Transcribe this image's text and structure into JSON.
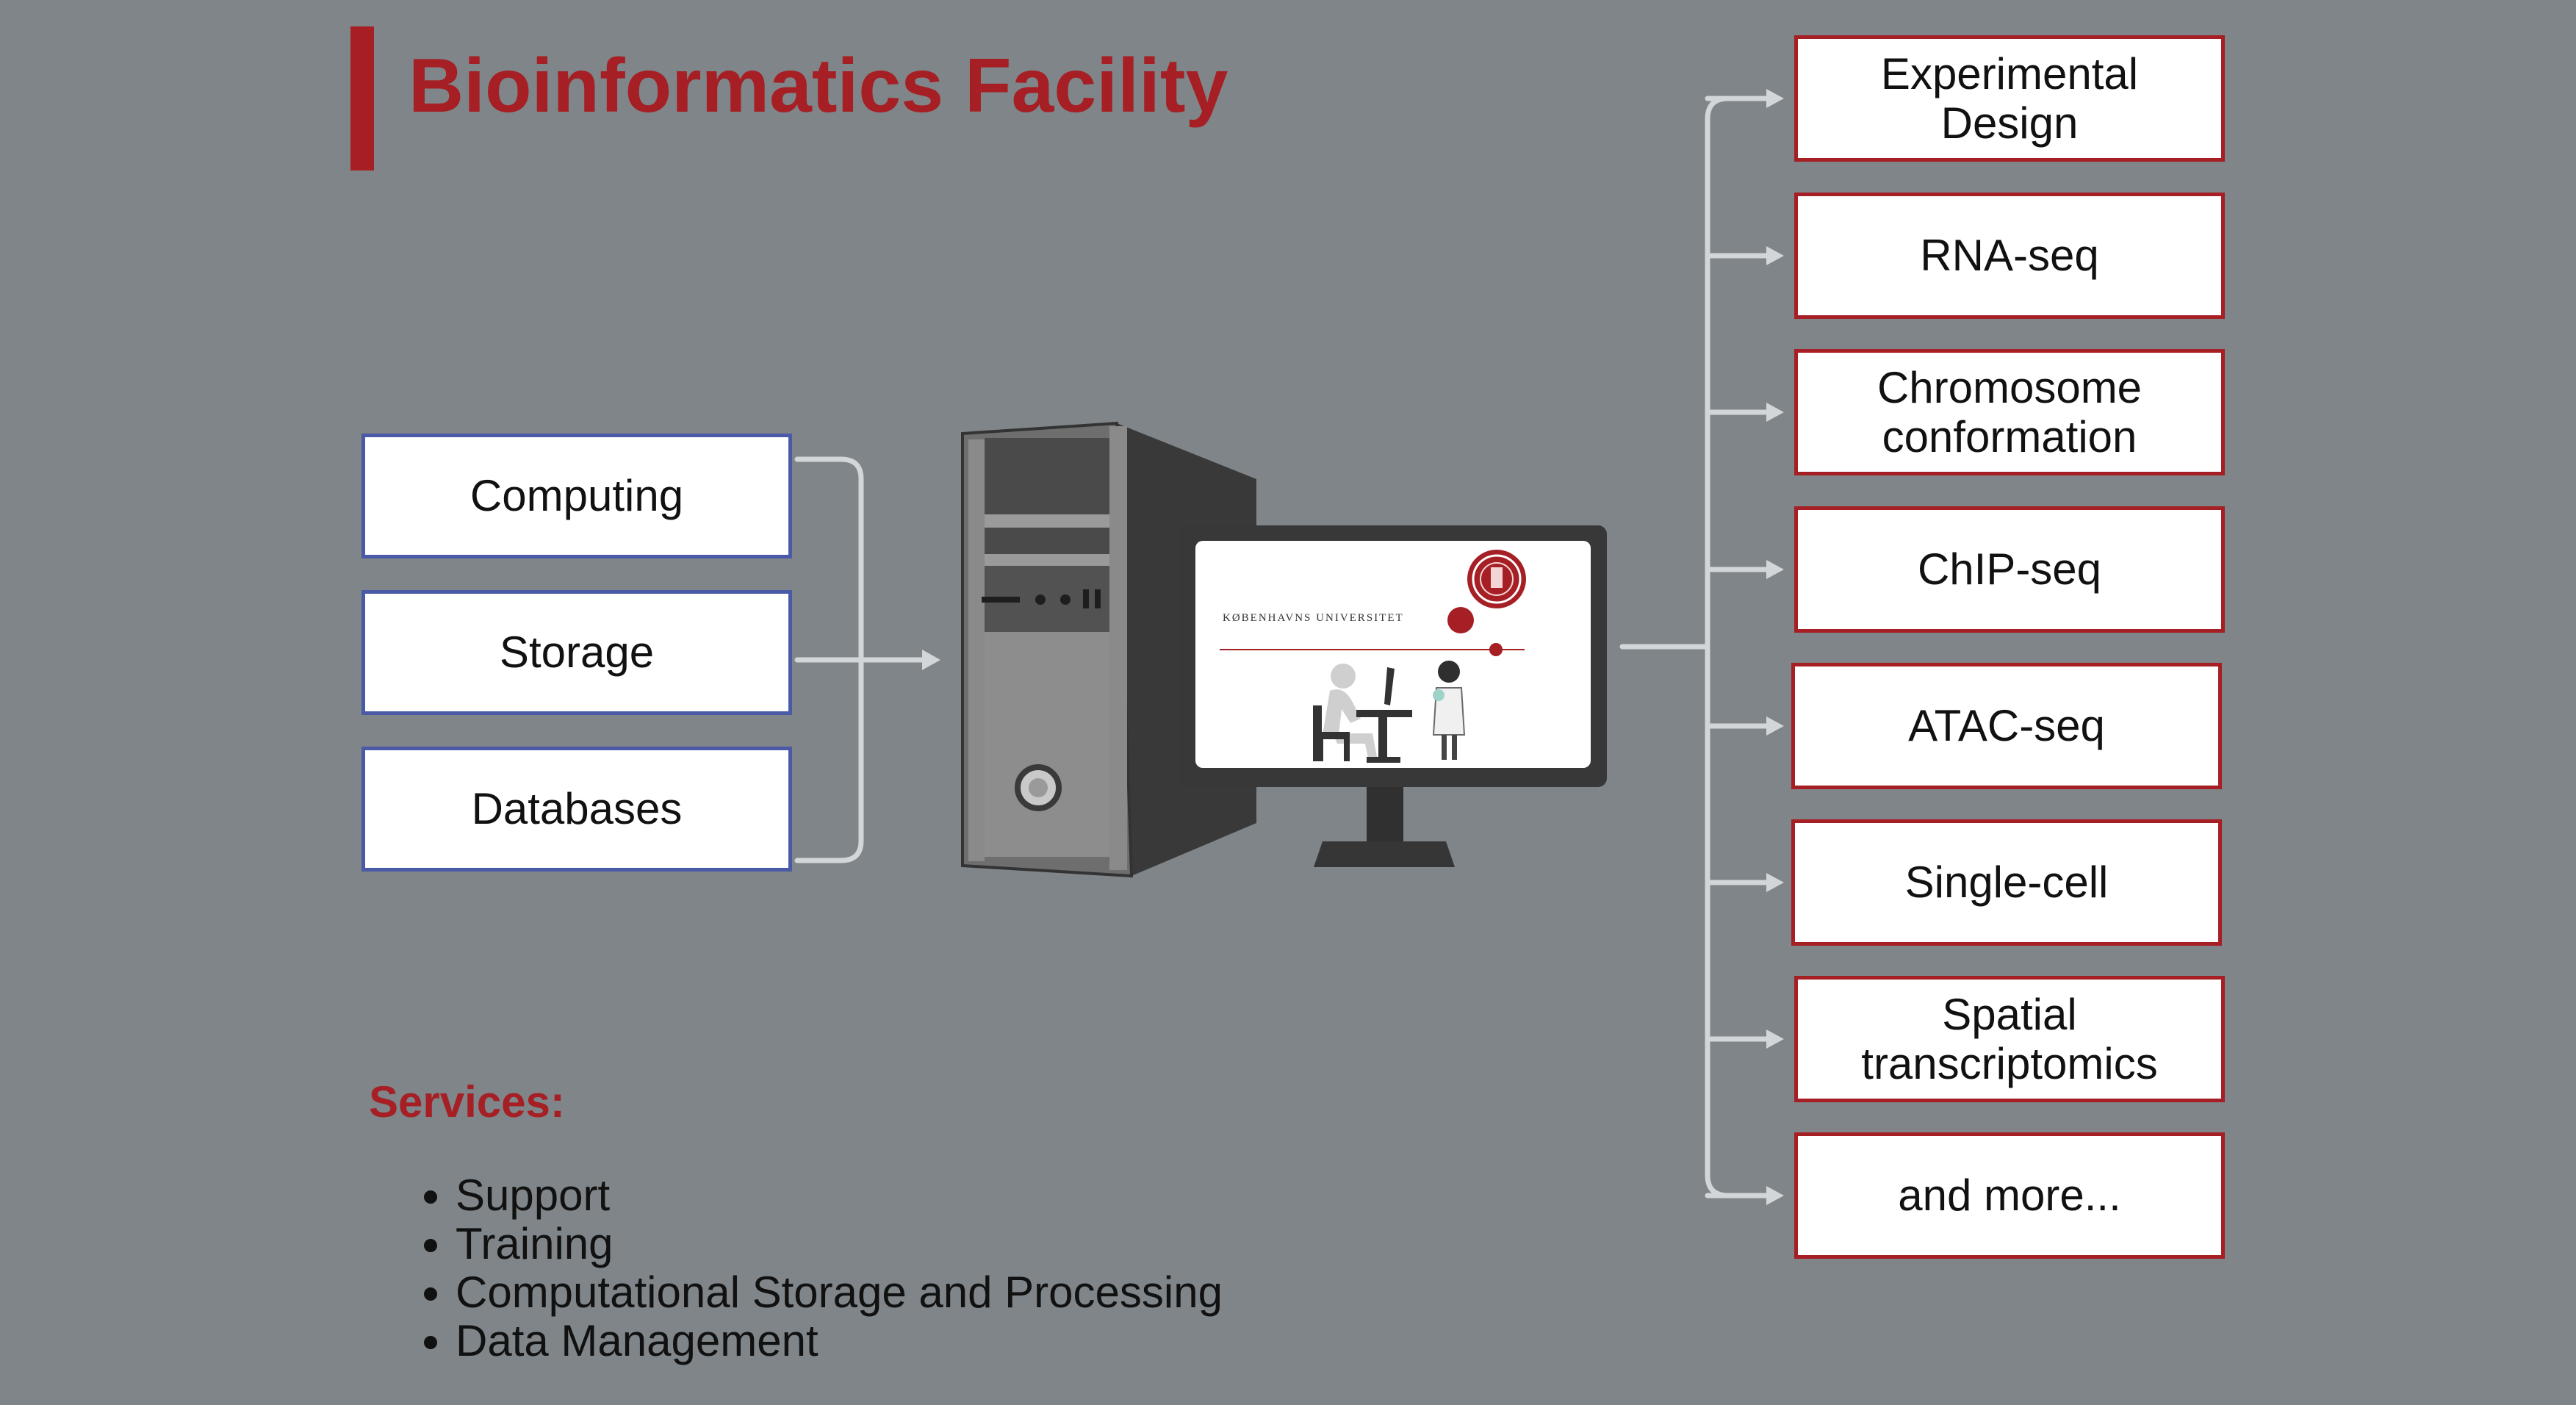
{
  "title": "Bioinformatics Facility",
  "inputs": [
    "Computing",
    "Storage",
    "Databases"
  ],
  "outputs": [
    [
      "Experimental",
      "Design"
    ],
    [
      "RNA-seq"
    ],
    [
      "Chromosome",
      "conformation"
    ],
    [
      "ChIP-seq"
    ],
    [
      "ATAC-seq"
    ],
    [
      "Single-cell"
    ],
    [
      "Spatial",
      "transcriptomics"
    ],
    [
      "and more..."
    ]
  ],
  "screen": {
    "university_name": "KØBENHAVNS UNIVERSITET"
  },
  "services": {
    "heading": "Services:",
    "items": [
      "Support",
      "Training",
      "Computational Storage and Processing",
      "Data Management"
    ]
  },
  "colors": {
    "background": "#7f8588",
    "accent_red": "#a51f24",
    "input_border": "#4b5aa6",
    "connector": "#d3d6d8"
  },
  "icons": [
    "computer-tower-icon",
    "monitor-icon",
    "university-seal-icon",
    "researcher-at-desk-icon",
    "lab-scientist-icon"
  ]
}
